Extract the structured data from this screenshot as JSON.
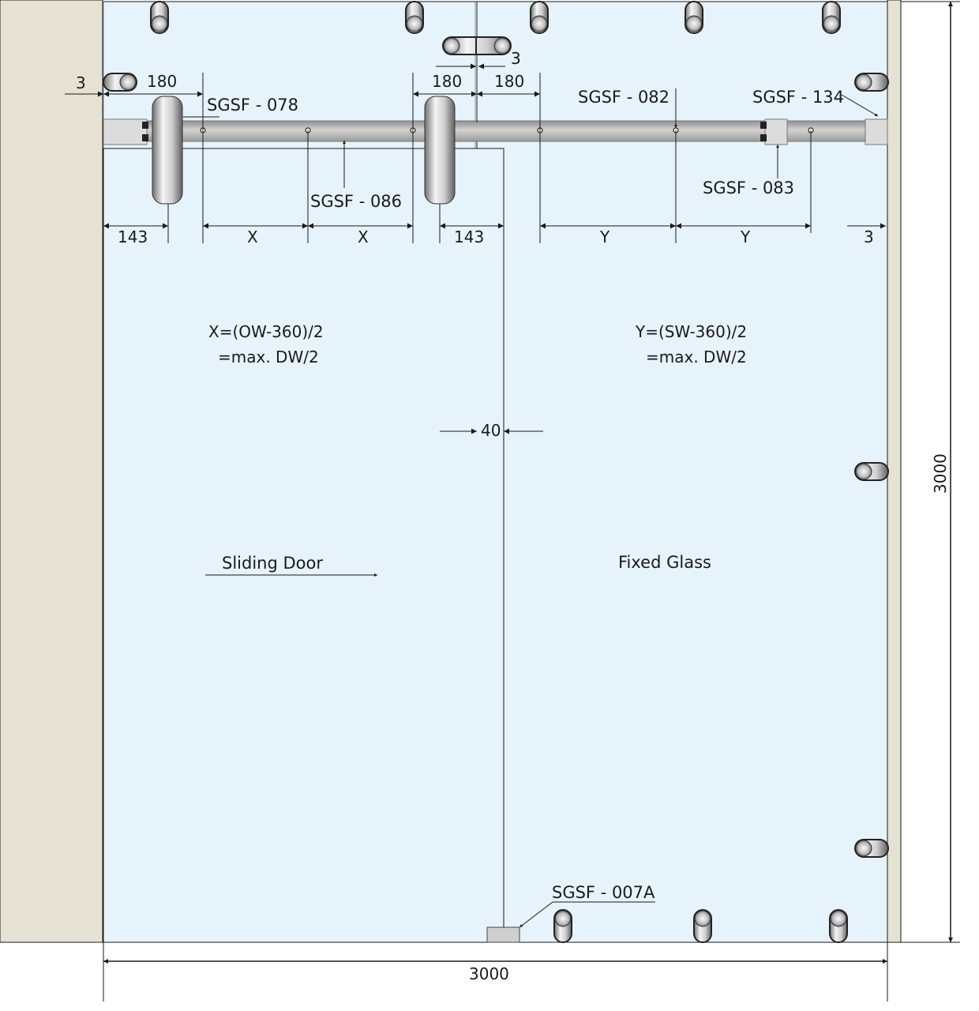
{
  "colors": {
    "wall": "#e6e2d3",
    "glass": "#e6f3fb",
    "line": "#1a1a1a",
    "rail": "#a9a9a9"
  },
  "parts": {
    "sgsf078": "SGSF - 078",
    "sgsf086": "SGSF - 086",
    "sgsf082": "SGSF - 082",
    "sgsf083": "SGSF - 083",
    "sgsf134": "SGSF - 134",
    "sgsf007a": "SGSF - 007A"
  },
  "dimensions": {
    "gap_left": "3",
    "d180_a": "180",
    "d180_b": "180",
    "d180_c": "180",
    "gap_top": "3",
    "d143_a": "143",
    "d143_b": "143",
    "x1": "X",
    "x2": "X",
    "y1": "Y",
    "y2": "Y",
    "gap_right": "3",
    "overlap": "40",
    "height": "3000",
    "width": "3000"
  },
  "formulas": {
    "x_line1": "X=(OW-360)/2",
    "x_line2": "=max. DW/2",
    "y_line1": "Y=(SW-360)/2",
    "y_line2": "=max. DW/2"
  },
  "panels": {
    "sliding": "Sliding Door",
    "fixed": "Fixed Glass"
  }
}
